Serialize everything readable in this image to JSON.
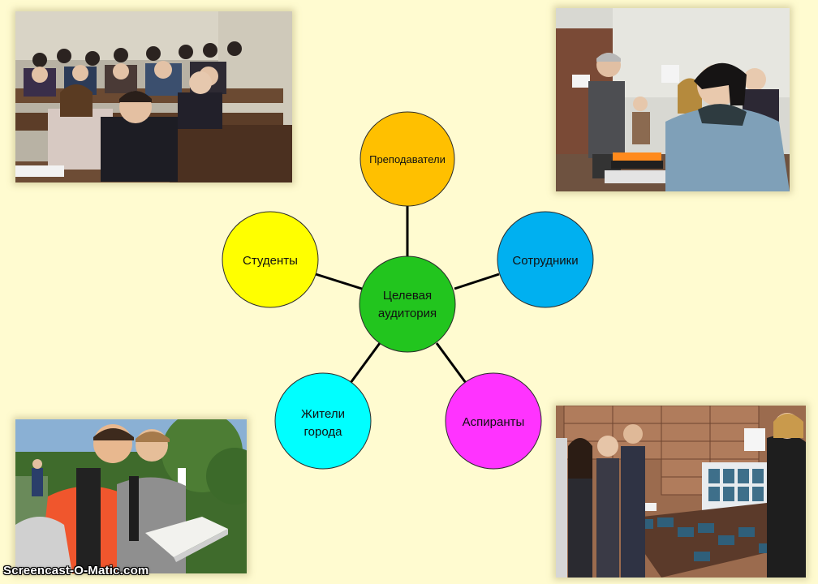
{
  "diagram": {
    "center": {
      "label_line1": "Целевая",
      "label_line2": "аудитория",
      "color": "#22c51e"
    },
    "nodes": {
      "teachers": {
        "label": "Преподаватели",
        "color": "#ffc000"
      },
      "students": {
        "label": "Студенты",
        "color": "#ffff00"
      },
      "staff": {
        "label": "Сотрудники",
        "color": "#00b0f0"
      },
      "residents": {
        "label_line1": "Жители",
        "label_line2": "города",
        "color": "#00ffff"
      },
      "postgrads": {
        "label": "Аспиранты",
        "color": "#ff33ff"
      }
    }
  },
  "photos": {
    "top_left": "classroom-students-photo",
    "top_right": "lecturer-seminar-photo",
    "bottom_left": "students-reading-outdoors-photo",
    "bottom_right": "library-exhibition-photo"
  },
  "watermark": {
    "text": "Screencast-O-Matic.com"
  }
}
